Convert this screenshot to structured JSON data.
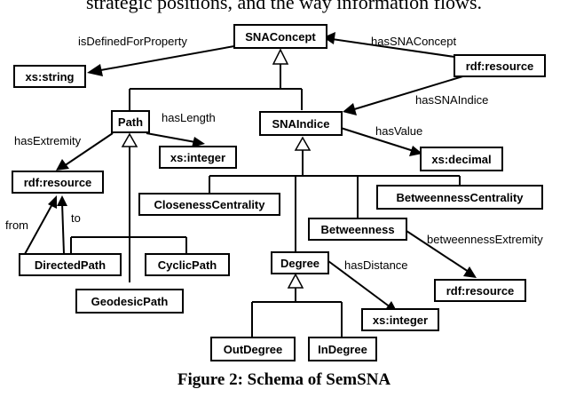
{
  "caption_top": "strategic positions, and the way information flows.",
  "caption_bottom": "Figure 2: Schema of SemSNA",
  "nodes": {
    "snaconcept": "SNAConcept",
    "xs_string": "xs:string",
    "rdf_resource_top": "rdf:resource",
    "path": "Path",
    "snaindice": "SNAIndice",
    "xs_integer_len": "xs:integer",
    "xs_decimal": "xs:decimal",
    "rdf_resource_mid": "rdf:resource",
    "closeness": "ClosenessCentrality",
    "betweenness_centrality": "BetweennessCentrality",
    "betweenness": "Betweenness",
    "directedpath": "DirectedPath",
    "cyclicpath": "CyclicPath",
    "degree": "Degree",
    "rdf_resource_bottom": "rdf:resource",
    "geodesicpath": "GeodesicPath",
    "xs_integer_dist": "xs:integer",
    "outdegree": "OutDegree",
    "indegree": "InDegree"
  },
  "edge_labels": {
    "isDefinedForProperty": "isDefinedForProperty",
    "hasSNAConcept": "hasSNAConcept",
    "hasSNAIndice": "hasSNAIndice",
    "hasLength": "hasLength",
    "hasExtremity": "hasExtremity",
    "hasValue": "hasValue",
    "from": "from",
    "to": "to",
    "betweennessExtremity": "betweennessExtremity",
    "hasDistance": "hasDistance"
  }
}
